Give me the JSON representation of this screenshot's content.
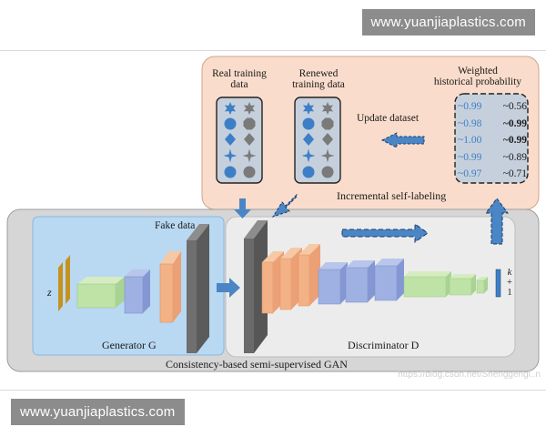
{
  "watermarks": {
    "top": "www.yuanjiaplastics.com",
    "bottom": "www.yuanjiaplastics.com"
  },
  "credit": "https://blog.csdn.net/Shenggengl..n",
  "labels": {
    "real_training_data": [
      "Real training",
      "data"
    ],
    "renewed_training_data": [
      "Renewed",
      "training data"
    ],
    "weighted_historical_probability": [
      "Weighted",
      "historical probability"
    ],
    "update_dataset": "Update dataset",
    "incremental_self_labeling": "Incremental self-labeling",
    "fake_data": "Fake data",
    "generator": "Generator G",
    "discriminator": "Discriminator D",
    "consistency_gan": "Consistency-based semi-supervised GAN",
    "z": "z",
    "output": [
      "k",
      "+",
      "1"
    ]
  },
  "probability_table": [
    {
      "left": "~0.99",
      "right": "~0.56",
      "bold": false
    },
    {
      "left": "~0.98",
      "right": "~0.99",
      "bold": true
    },
    {
      "left": "~1.00",
      "right": "~0.99",
      "bold": true
    },
    {
      "left": "~0.99",
      "right": "~0.89",
      "bold": false
    },
    {
      "left": "~0.97",
      "right": "~0.71",
      "bold": false
    }
  ],
  "colors": {
    "orange_panel": "#f9dccb",
    "gan_panel": "#d6d6d6",
    "generator_panel": "#b9d8f2",
    "arrow_blue": "#4a86c5",
    "symbol_blue": "#3d7fc6",
    "symbol_gray": "#7a7a7a"
  },
  "shapes_real": [
    "star6",
    "circle",
    "diamond",
    "star4",
    "circle"
  ],
  "shapes_renewed": [
    "star6",
    "circle",
    "diamond",
    "star4",
    "circle"
  ],
  "fake_shapes": [
    "star6",
    "circle",
    "diamond",
    "star4",
    "circle"
  ]
}
